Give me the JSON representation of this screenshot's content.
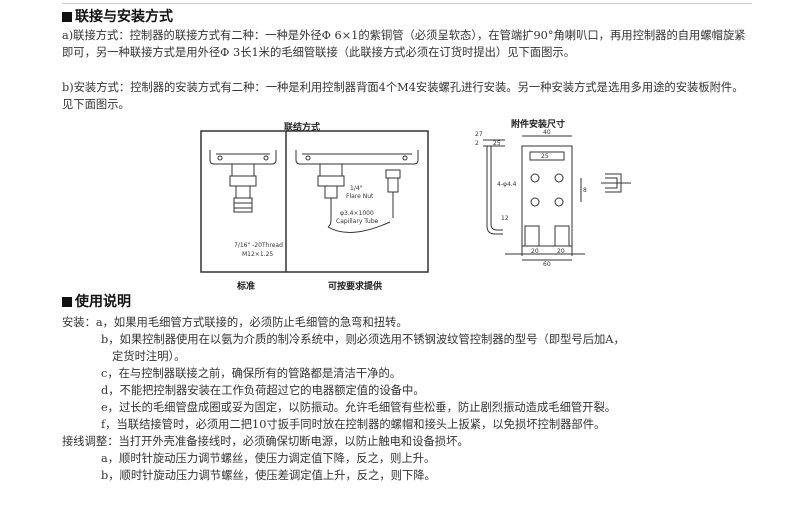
{
  "section1": {
    "title": "联接与安装方式",
    "para_a": "a)联接方式：控制器的联接方式有二种：一种是外径Φ 6×1的紫铜管（必须呈软态），在管端扩90°角喇叭口，再用控制器的自用螺帽旋紧即可，另一种联接方式是用外径Φ 3长1米的毛细管联接（此联接方式必须在订货时提出）见下面图示。",
    "para_b": "b)安装方式：控制器的安装方式有二种：一种是利用控制器背面4个M4安装螺孔进行安装。另一种安装方式是选用多用途的安装板附件。见下面图示。"
  },
  "figure": {
    "left_title": "联结方式",
    "right_title": "附件安装尺寸",
    "label_standard": "标准",
    "label_optional": "可按要求提供",
    "thread_label_1": "7/16\" -20Thread",
    "thread_label_2": "M12×1.25",
    "flare_label_1": "1/4\"",
    "flare_label_2": "Flare Nut",
    "cap_tube_1": "φ3.4×1000",
    "cap_tube_2": "Capillary Tube",
    "dims": {
      "d27": "27",
      "d2": "2",
      "d25a": "25",
      "d40": "40",
      "d25b": "25",
      "d8": "8",
      "d4": "4-φ4.4",
      "d12": "12",
      "d20a": "20",
      "d20b": "20",
      "d60": "60"
    }
  },
  "section2": {
    "title": "使用说明",
    "lines": [
      "安装：a，如果用毛细管方式联接的，必须防止毛细管的急弯和扭转。",
      "b，如果控制器使用在以氨为介质的制冷系统中，则必须选用不锈钢波纹管控制器的型号（即型号后加A，",
      "定货时注明）。",
      "c，在与控制器联接之前，确保所有的管路都是清洁干净的。",
      "d，不能把控制器安装在工作负荷超过它的电器额定值的设备中。",
      "e，过长的毛细管盘成圈或妥为固定，以防振动。允许毛细管有些松垂，防止剧烈振动造成毛细管开裂。",
      "f，当联结接管时，必须用二把10寸扳手同时放在控制器的螺帽和接头上扳紧，以免损坏控制器部件。",
      "接线调整：当打开外壳准备接线时，必须确保切断电源，以防止触电和设备损坏。",
      "a，顺时针旋动压力调节螺丝，使压力调定值下降，反之，则上升。",
      "b，顺时针旋动压力调节螺丝，使压差调定值上升，反之，则下降。"
    ]
  }
}
